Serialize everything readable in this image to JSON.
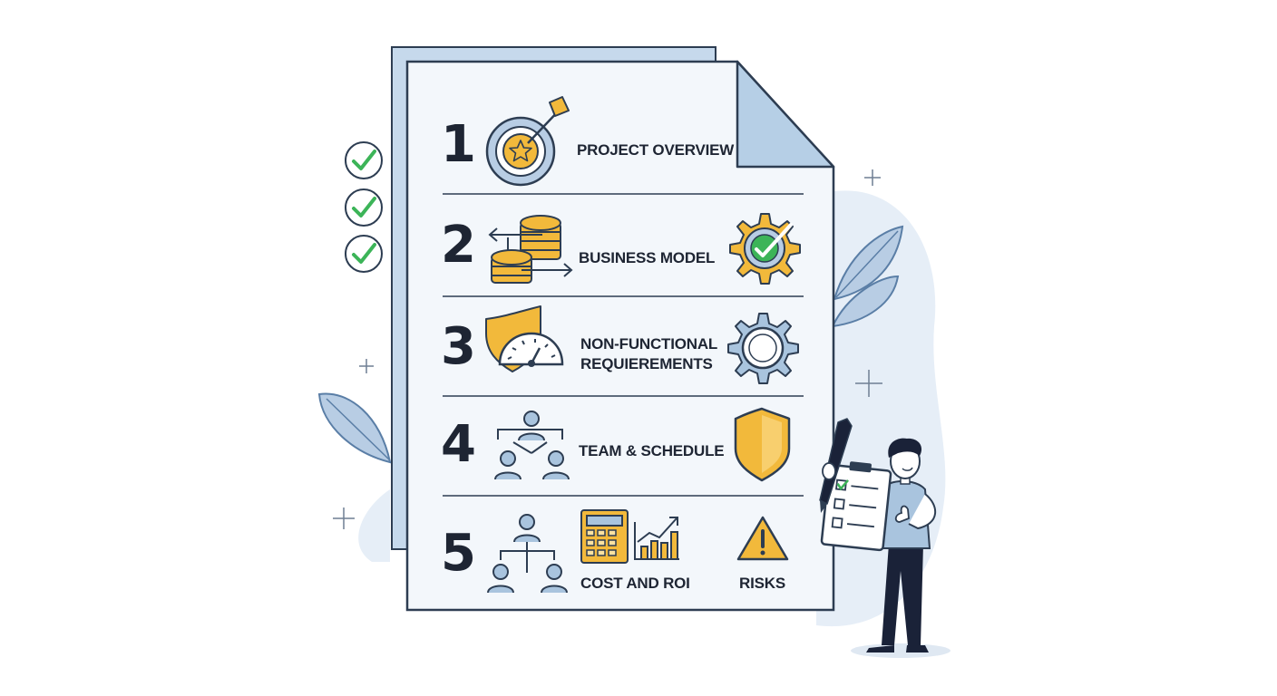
{
  "sections": [
    {
      "number": "1",
      "label": "PROJECT OVERVIEW",
      "icons": [
        "target-star-icon",
        "arrow-icon"
      ]
    },
    {
      "number": "2",
      "label": "BUSINESS MODEL",
      "icons": [
        "coin-stacks-icon",
        "gear-check-icon"
      ]
    },
    {
      "number": "3",
      "label_lines": [
        "NON-FUNCTIONAL",
        "REQUIEREMENTS"
      ],
      "icons": [
        "shield-speedometer-icon",
        "gear-icon"
      ]
    },
    {
      "number": "4",
      "label": "TEAM & SCHEDULE",
      "icons": [
        "team-hierarchy-icon",
        "shield-icon"
      ]
    },
    {
      "number": "5",
      "label": "COST AND ROI",
      "label_b": "RISKS",
      "icons": [
        "team-hierarchy-icon",
        "calculator-icon",
        "growth-chart-icon",
        "warning-icon"
      ]
    }
  ],
  "side_checkmarks": 3,
  "colors": {
    "accent_gold": "#f2b93b",
    "accent_blue": "#a9c4de",
    "check_green": "#3cb458",
    "ink": "#1e2533"
  }
}
